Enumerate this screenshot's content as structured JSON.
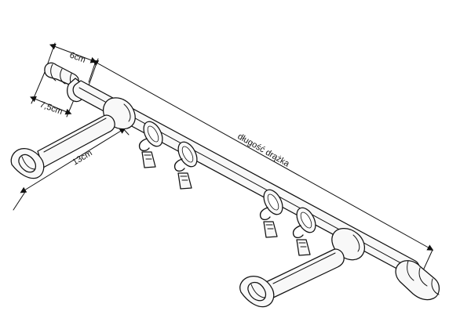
{
  "labels": {
    "width_top": "6cm",
    "bracket_depth": "7,5cm",
    "bracket_length": "13cm",
    "rod_length": "długość drążka"
  },
  "style": {
    "line_color": "#111111",
    "fill_color": "#f8f8f8",
    "shade_color": "#d7d7d7",
    "background_color": "#ffffff"
  },
  "icons": {
    "curtain_ring": "curtain-ring-icon",
    "clip_hook": "clip-hook-icon",
    "end_finial": "finial-icon"
  }
}
